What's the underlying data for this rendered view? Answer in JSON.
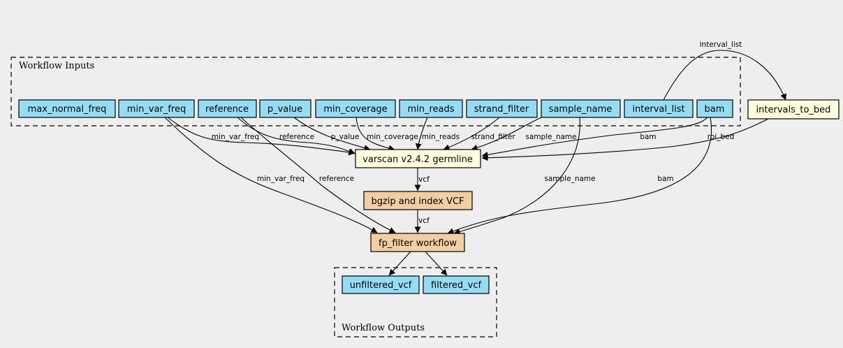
{
  "clusters": {
    "inputs": "Workflow Inputs",
    "outputs": "Workflow Outputs"
  },
  "nodes": {
    "max_normal_freq": "max_normal_freq",
    "min_var_freq": "min_var_freq",
    "reference": "reference",
    "p_value": "p_value",
    "min_coverage": "min_coverage",
    "min_reads": "min_reads",
    "strand_filter": "strand_filter",
    "sample_name": "sample_name",
    "interval_list": "interval_list",
    "bam": "bam",
    "intervals_to_bed": "intervals_to_bed",
    "varscan": "varscan v2.4.2 germline",
    "bgzip": "bgzip and index VCF",
    "fp_filter": "fp_filter workflow",
    "unfiltered_vcf": "unfiltered_vcf",
    "filtered_vcf": "filtered_vcf"
  },
  "edge_labels": {
    "interval_list_to_bed": "interval_list",
    "mvf_varscan": "min_var_freq",
    "ref_varscan": "reference",
    "pval_varscan": "p_value",
    "mincov_varscan": "min_coverage",
    "minreads_varscan": "min_reads",
    "strand_varscan": "strand_filter",
    "sample_varscan": "sample_name",
    "bam_varscan": "bam",
    "roi_varscan": "roi_bed",
    "varscan_bgzip": "vcf",
    "mvf_fp": "min_var_freq",
    "ref_fp": "reference",
    "sample_fp": "sample_name",
    "bam_fp": "bam",
    "bgzip_fp": "vcf"
  },
  "colors": {
    "input_fill": "#94ddf4",
    "tool_fill": "#ffffdd",
    "subworkflow_fill": "#f3cea1",
    "background": "#eeeeee"
  }
}
